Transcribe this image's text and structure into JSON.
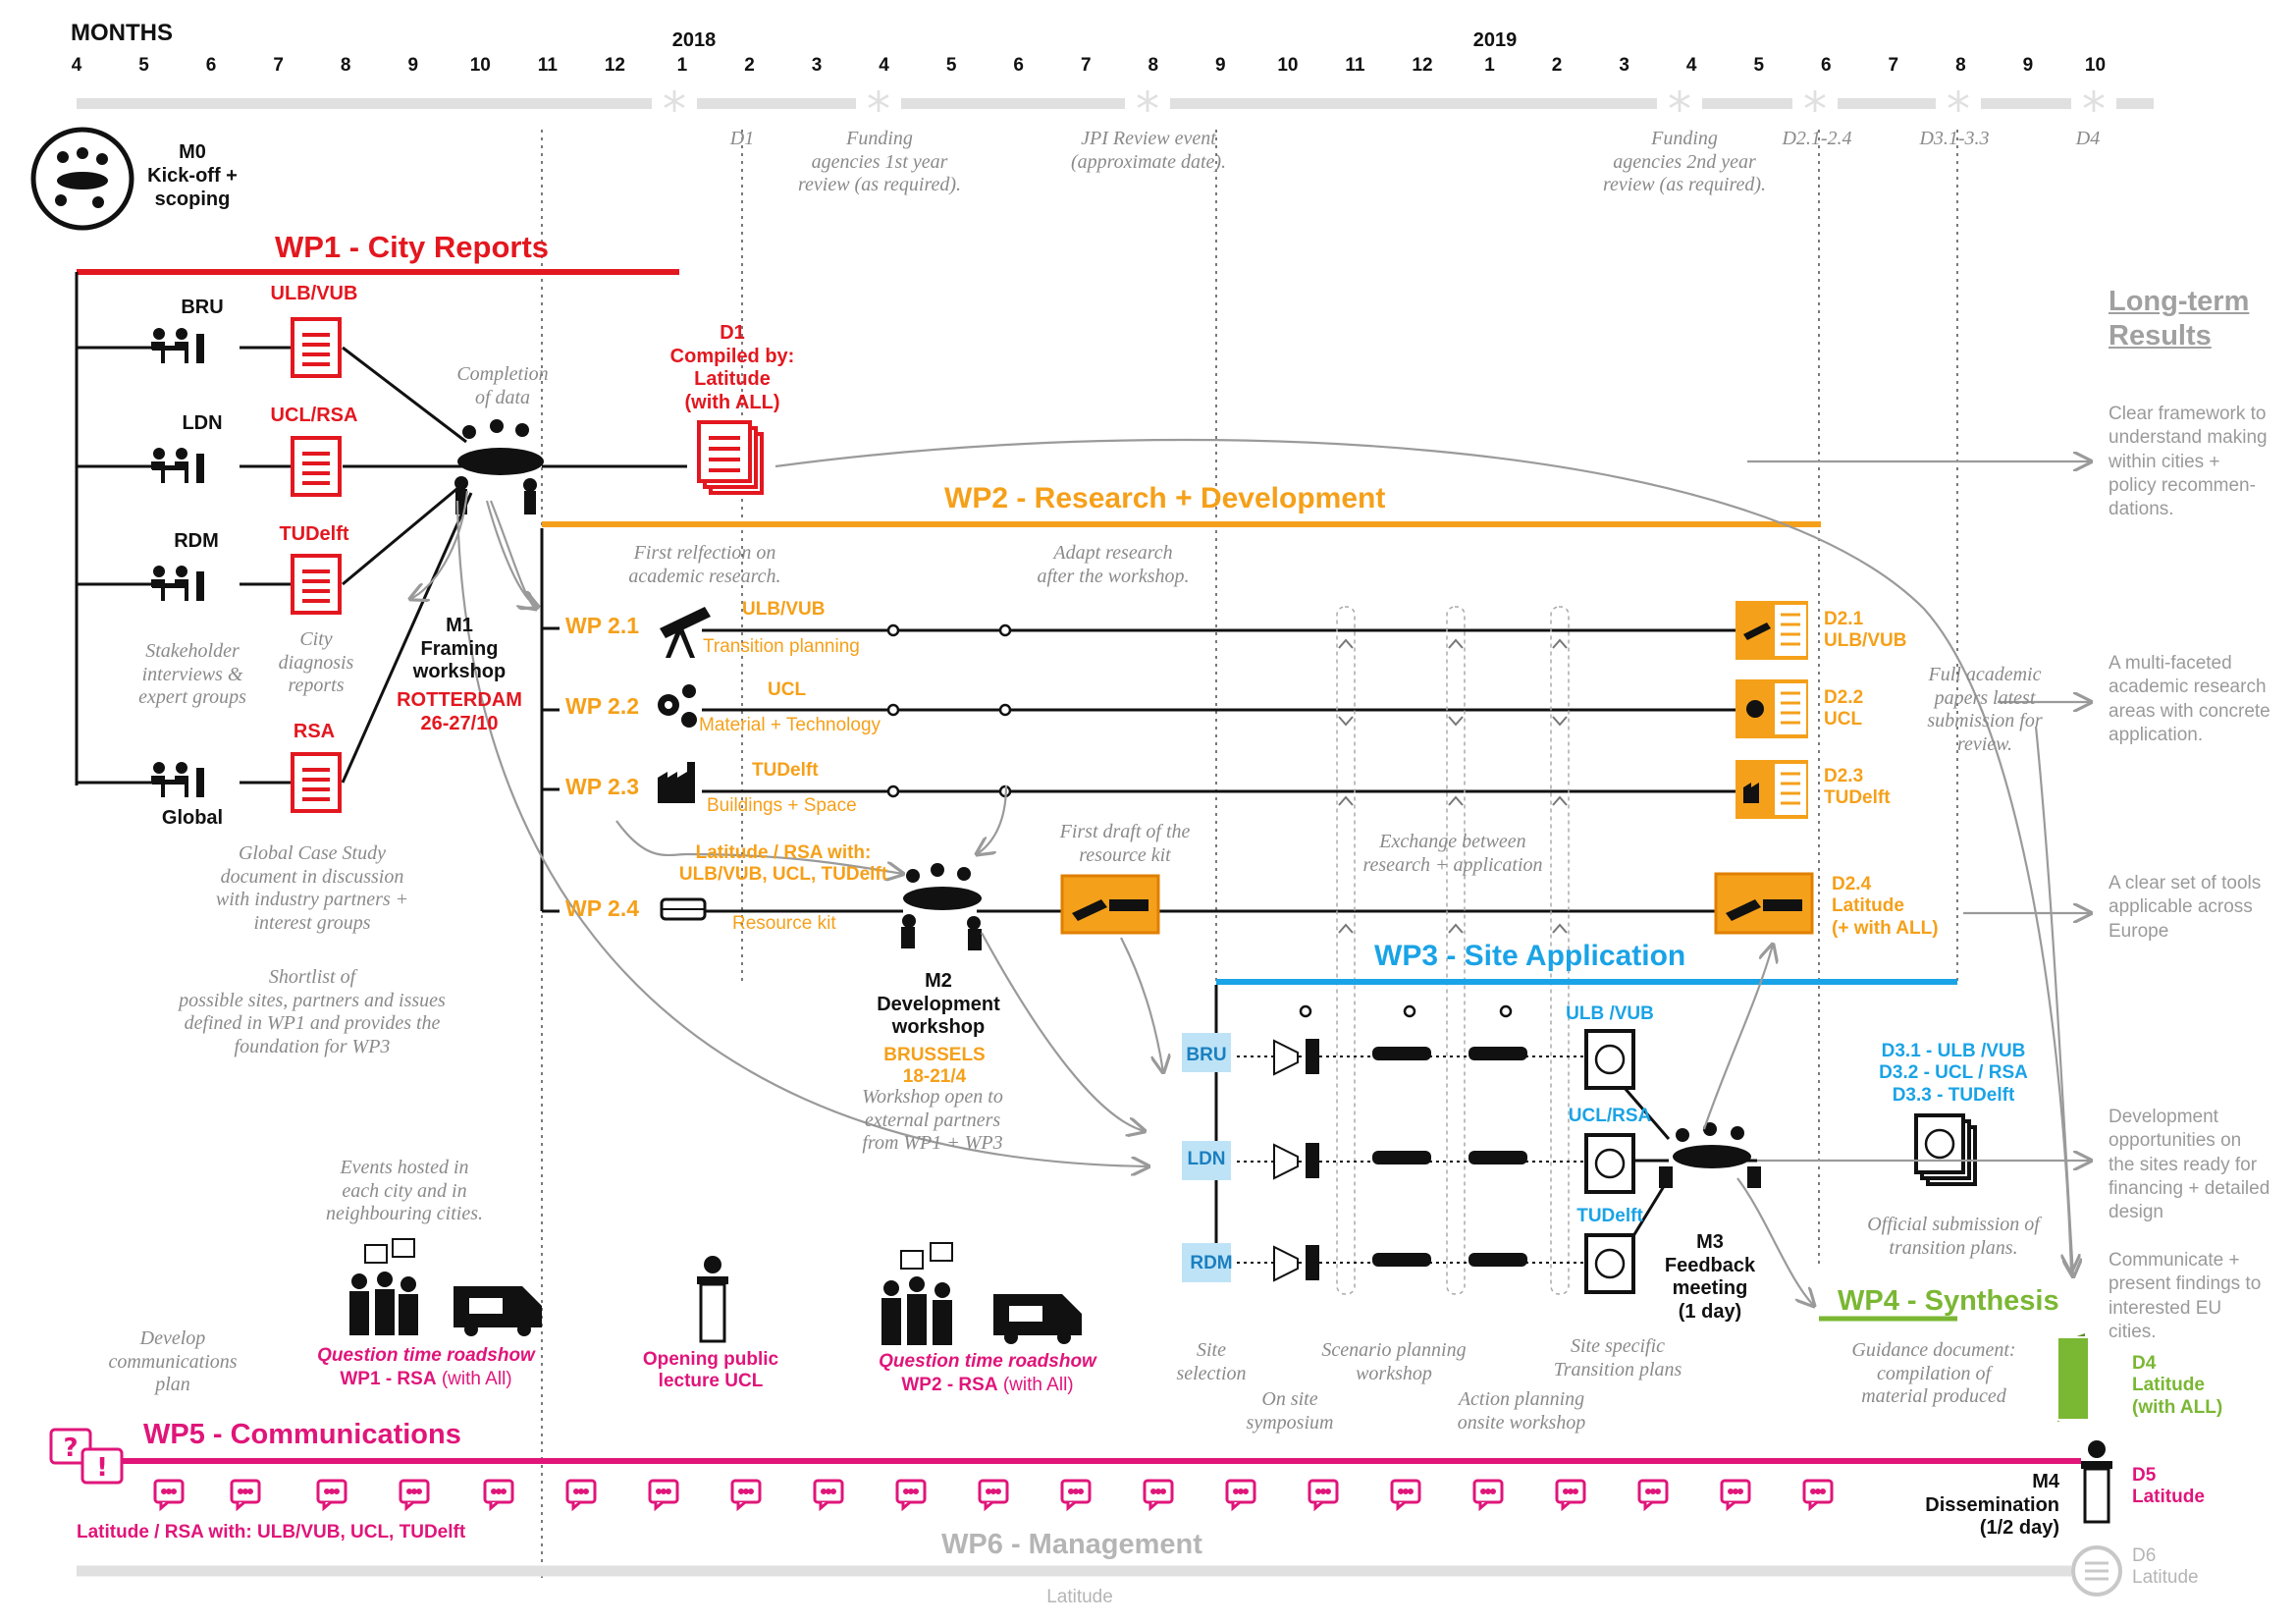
{
  "timeline": {
    "label": "MONTHS",
    "year1": "2018",
    "year2": "2019",
    "months": [
      "4",
      "5",
      "6",
      "7",
      "8",
      "9",
      "10",
      "11",
      "12",
      "1",
      "2",
      "3",
      "4",
      "5",
      "6",
      "7",
      "8",
      "9",
      "10",
      "11",
      "12",
      "1",
      "2",
      "3",
      "4",
      "5",
      "6",
      "7",
      "8",
      "9",
      "10"
    ]
  },
  "milestone_labels": {
    "d1": "D1",
    "funding1": "Funding\nagencies 1st year\nreview (as required).",
    "jpi": "JPI Review event\n(approximate date).",
    "funding2": "Funding\nagencies 2nd year\nreview (as required).",
    "d2": "D2.1-2.4",
    "d3": "D3.1-3.3",
    "d4": "D4"
  },
  "m0": {
    "code": "M0",
    "label": "Kick-off +\nscoping"
  },
  "wp1": {
    "title": "WP1 - City Reports",
    "cities": [
      "BRU",
      "LDN",
      "RDM",
      "Global"
    ],
    "partners": [
      "ULB/VUB",
      "UCL/RSA",
      "TUDelft",
      "RSA"
    ],
    "completion": "Completion\nof data",
    "d1_title": "D1\nCompiled by:\nLatitude\n(with ALL)",
    "stakeholder": "Stakeholder\ninterviews &\nexpert groups",
    "city_reports": "City\ndiagnosis\nreports",
    "global_case": "Global Case Study\ndocument in discussion\nwith industry partners +\ninterest groups",
    "shortlist": "Shortlist of\npossible sites, partners and issues\ndefined in WP1 and provides the\nfoundation for WP3"
  },
  "m1": {
    "text": "M1\nFraming\nworkshop",
    "place": "ROTTERDAM\n26-27/10"
  },
  "wp2": {
    "title": "WP2 - Research + Development",
    "first_reflection": "First relfection on\nacademic research.",
    "adapt": "Adapt research\nafter the workshop.",
    "rows": [
      {
        "code": "WP 2.1",
        "partner": "ULB/VUB",
        "topic": "Transition planning",
        "deliverable": "D2.1\nULB/VUB"
      },
      {
        "code": "WP 2.2",
        "partner": "UCL",
        "topic": "Material + Technology",
        "deliverable": "D2.2\nUCL"
      },
      {
        "code": "WP 2.3",
        "partner": "TUDelft",
        "topic": "Buildings + Space",
        "deliverable": "D2.3\nTUDelft"
      },
      {
        "code": "WP 2.4",
        "partner": "Latitude / RSA with:\nULB/VUB, UCL, TUDelft",
        "topic": "Resource kit",
        "deliverable": "D2.4\nLatitude\n(+ with ALL)"
      }
    ],
    "first_draft": "First draft of the\nresource kit",
    "exchange": "Exchange between\nresearch + application"
  },
  "m2": {
    "text": "M2\nDevelopment\nworkshop",
    "place": "BRUSSELS\n18-21/4",
    "note": "Workshop open to\nexternal partners\nfrom WP1 + WP3"
  },
  "wp3": {
    "title": "WP3 - Site Application",
    "sites": [
      "BRU",
      "LDN",
      "RDM"
    ],
    "partners": [
      "ULB /VUB",
      "UCL/RSA",
      "TUDelft"
    ],
    "d3": "D3.1 - ULB /VUB\nD3.2 - UCL / RSA\nD3.3 - TUDelft",
    "official": "Official submission of\ntransition plans.",
    "site_selection": "Site\nselection",
    "on_site": "On site\nsymposium",
    "scenario": "Scenario planning\nworkshop",
    "action": "Action planning\nonsite workshop",
    "site_specific": "Site specific\nTransition plans"
  },
  "m3": {
    "text": "M3\nFeedback\nmeeting\n(1 day)"
  },
  "wp4": {
    "title": "WP4 - Synthesis",
    "guidance": "Guidance document:\ncompilation of\nmaterial produced",
    "d4": "D4\nLatitude\n(with ALL)"
  },
  "wp5": {
    "title": "WP5 - Communications",
    "partners": "Latitude / RSA with: ULB/VUB, UCL, TUDelft",
    "develop": "Develop\ncommunications\nplan",
    "events": "Events hosted in\neach city and in\nneighbouring cities.",
    "roadshow1_title": "Question time roadshow",
    "roadshow1_sub": "WP1 - RSA",
    "roadshow1_with": "(with All)",
    "lecture": "Opening public\nlecture UCL",
    "roadshow2_title": "Question time roadshow",
    "roadshow2_sub": "WP2 - RSA",
    "roadshow2_with": "(with All)"
  },
  "m4": {
    "text": "M4\nDissemination\n(1/2 day)",
    "d5": "D5\nLatitude"
  },
  "wp6": {
    "title": "WP6 - Management",
    "lead": "Latitude",
    "d6": "D6\nLatitude"
  },
  "results": {
    "title": "Long-term\nResults",
    "items": [
      "Clear framework to\nunderstand making\nwithin cities +\npolicy recommen-\ndations.",
      "A multi-faceted\nacademic research\nareas with concrete\napplication.",
      "A clear set of tools\napplicable across\nEurope",
      "Development\nopportunities on\nthe sites ready for\nfinancing + detailed\ndesign",
      "Communicate +\npresent findings to\ninterested EU\ncities."
    ],
    "full_papers": "Full academic\npapers latest\nsubmission for\nreview."
  },
  "colors": {
    "wp1": "#e3171f",
    "wp2": "#f5a01a",
    "wp3": "#1aa3e6",
    "wp4": "#7ab733",
    "wp5": "#e0157a",
    "wp6": "#b5b5b5",
    "gray": "#9a9a9a"
  }
}
